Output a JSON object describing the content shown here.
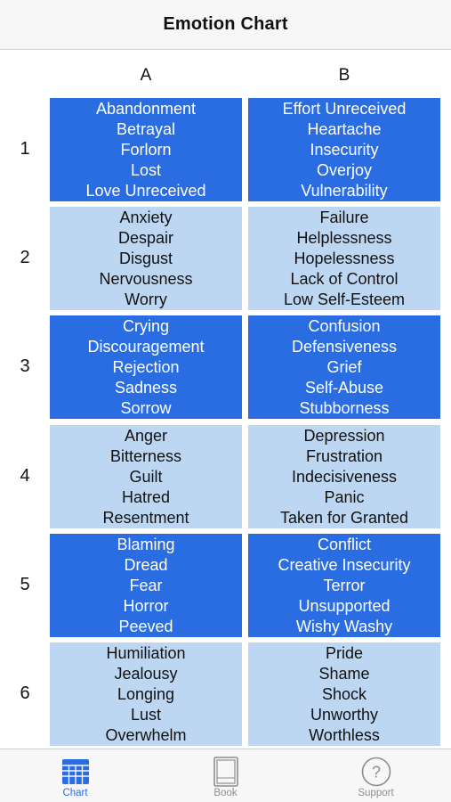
{
  "navbar": {
    "title": "Emotion Chart"
  },
  "columns": [
    "A",
    "B"
  ],
  "rows": [
    {
      "label": "1",
      "a": [
        "Abandonment",
        "Betrayal",
        "Forlorn",
        "Lost",
        "Love Unreceived"
      ],
      "b": [
        "Effort Unreceived",
        "Heartache",
        "Insecurity",
        "Overjoy",
        "Vulnerability"
      ]
    },
    {
      "label": "2",
      "a": [
        "Anxiety",
        "Despair",
        "Disgust",
        "Nervousness",
        "Worry"
      ],
      "b": [
        "Failure",
        "Helplessness",
        "Hopelessness",
        "Lack of Control",
        "Low Self-Esteem"
      ]
    },
    {
      "label": "3",
      "a": [
        "Crying",
        "Discouragement",
        "Rejection",
        "Sadness",
        "Sorrow"
      ],
      "b": [
        "Confusion",
        "Defensiveness",
        "Grief",
        "Self-Abuse",
        "Stubborness"
      ]
    },
    {
      "label": "4",
      "a": [
        "Anger",
        "Bitterness",
        "Guilt",
        "Hatred",
        "Resentment"
      ],
      "b": [
        "Depression",
        "Frustration",
        "Indecisiveness",
        "Panic",
        "Taken for Granted"
      ]
    },
    {
      "label": "5",
      "a": [
        "Blaming",
        "Dread",
        "Fear",
        "Horror",
        "Peeved"
      ],
      "b": [
        "Conflict",
        "Creative Insecurity",
        "Terror",
        "Unsupported",
        "Wishy Washy"
      ]
    },
    {
      "label": "6",
      "a": [
        "Humiliation",
        "Jealousy",
        "Longing",
        "Lust",
        "Overwhelm"
      ],
      "b": [
        "Pride",
        "Shame",
        "Shock",
        "Unworthy",
        "Worthless"
      ]
    }
  ],
  "colors": {
    "dark_cell": "#2a6de2",
    "light_cell": "#bdd7f3",
    "accent": "#2a6de2",
    "inactive": "#8e8e93"
  },
  "tabbar": {
    "tabs": [
      {
        "label": "Chart",
        "icon": "grid-icon",
        "active": true
      },
      {
        "label": "Book",
        "icon": "book-icon",
        "active": false
      },
      {
        "label": "Support",
        "icon": "question-circle-icon",
        "active": false
      }
    ]
  }
}
